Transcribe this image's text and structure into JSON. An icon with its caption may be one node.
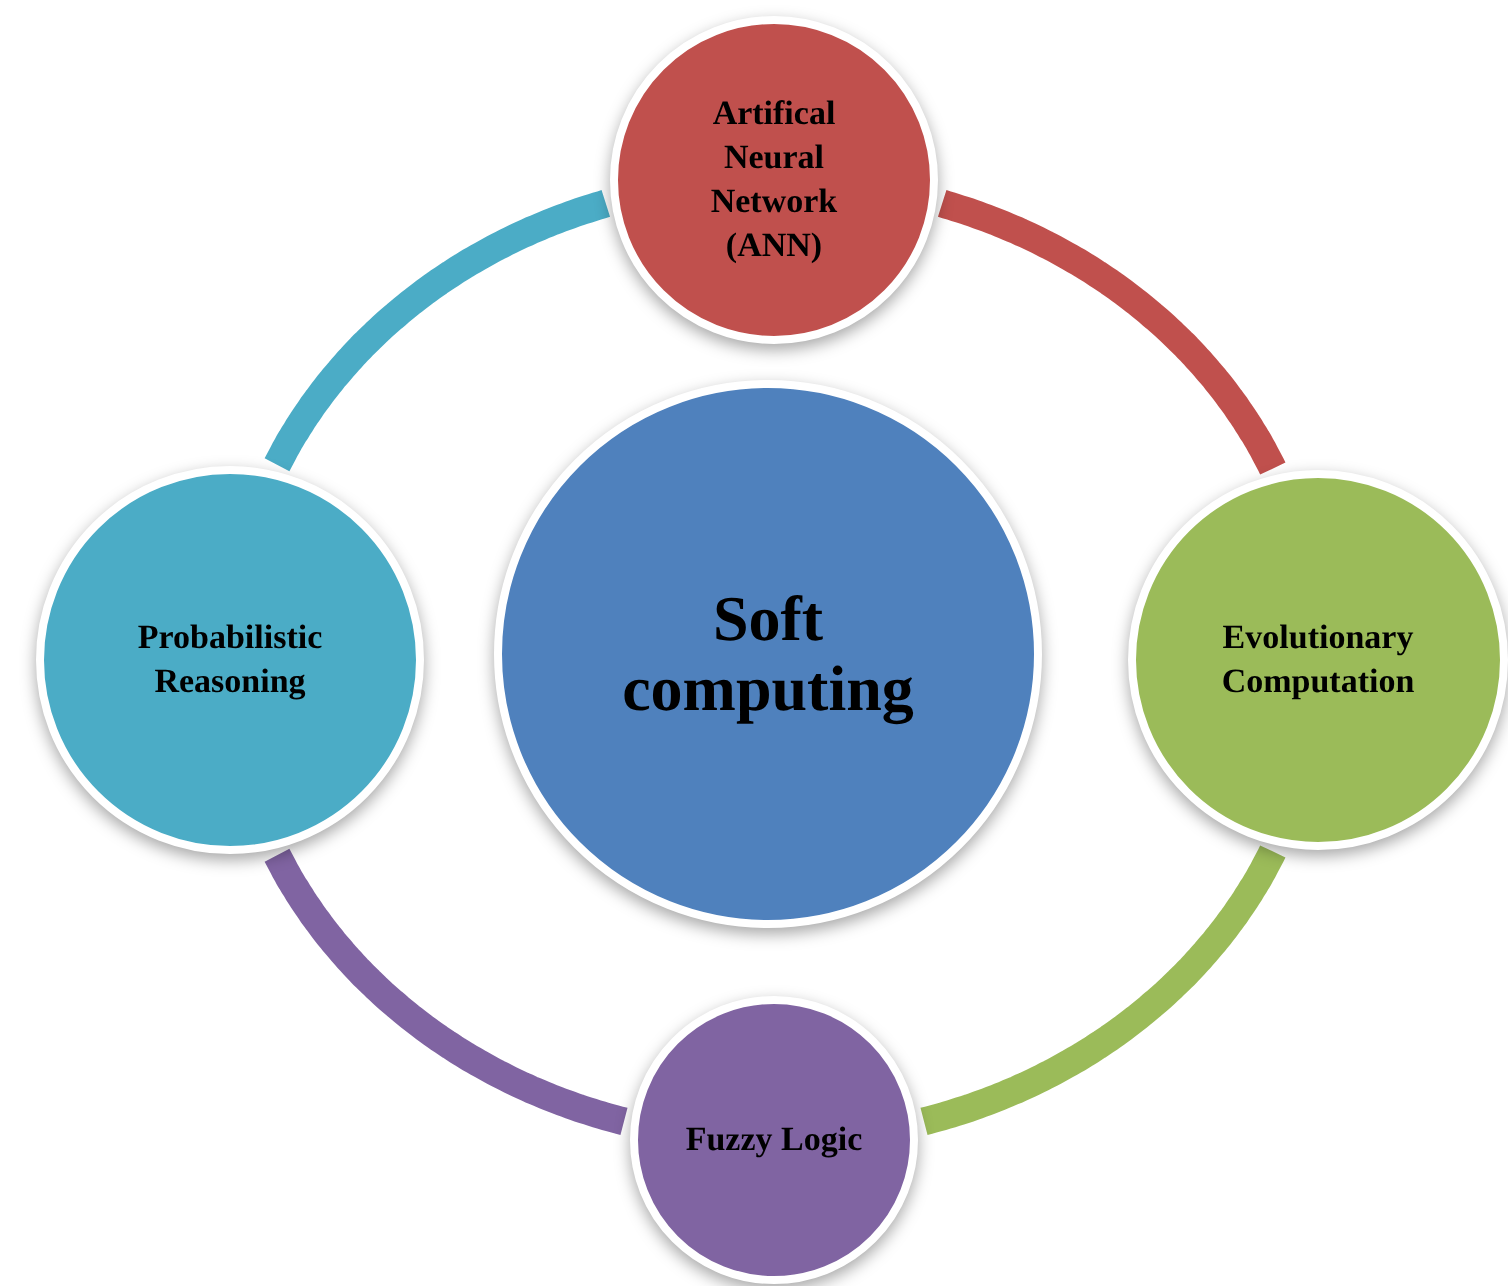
{
  "diagram": {
    "nodes": [
      {
        "text": [
          "Soft computing"
        ]
      },
      {
        "text": [
          "Artifical Neural Network (ANN)"
        ]
      },
      {
        "text": [
          "Evolutionary Computation"
        ]
      },
      {
        "text": [
          "Fuzzy Logic"
        ]
      },
      {
        "text": [
          "Probabilistic Reasoning"
        ]
      }
    ],
    "edges": [
      {
        "from": 1,
        "to": 2,
        "arrow": "none",
        "color": "#c0504d"
      },
      {
        "from": 2,
        "to": 3,
        "arrow": "none",
        "color": "#9bbb59"
      },
      {
        "from": 3,
        "to": 4,
        "arrow": "none",
        "color": "#8064a2"
      },
      {
        "from": 4,
        "to": 1,
        "arrow": "none",
        "color": "#4bacc6"
      }
    ]
  }
}
